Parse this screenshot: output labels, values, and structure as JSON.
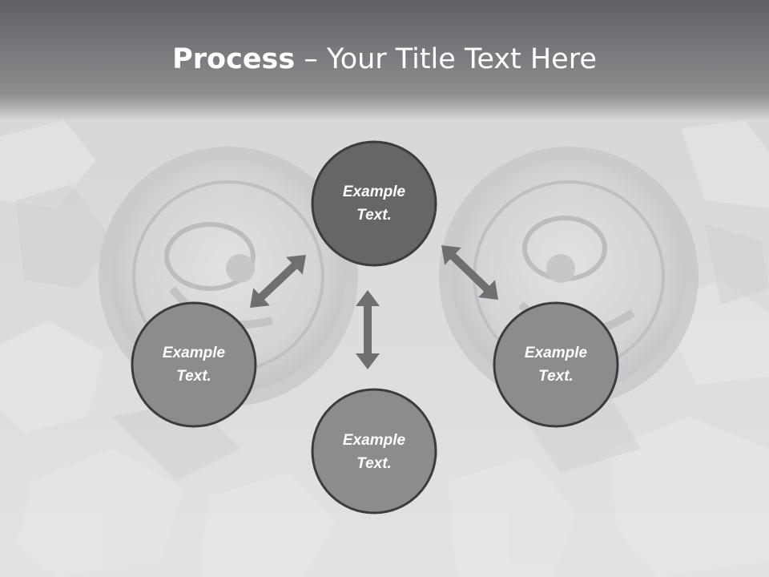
{
  "slide": {
    "title_bold": "Process",
    "title_rest": " – Your Title Text Here"
  },
  "diagram": {
    "nodes": [
      {
        "id": "top",
        "line1": "Example",
        "line2": "Text.",
        "fill": "#666666"
      },
      {
        "id": "left",
        "line1": "Example",
        "line2": "Text.",
        "fill": "#8c8c8c"
      },
      {
        "id": "right",
        "line1": "Example",
        "line2": "Text.",
        "fill": "#8c8c8c"
      },
      {
        "id": "bottom",
        "line1": "Example",
        "line2": "Text.",
        "fill": "#8c8c8c"
      }
    ],
    "arrow_color": "#6f6f6f",
    "node_border_color": "#3c3c3c"
  }
}
